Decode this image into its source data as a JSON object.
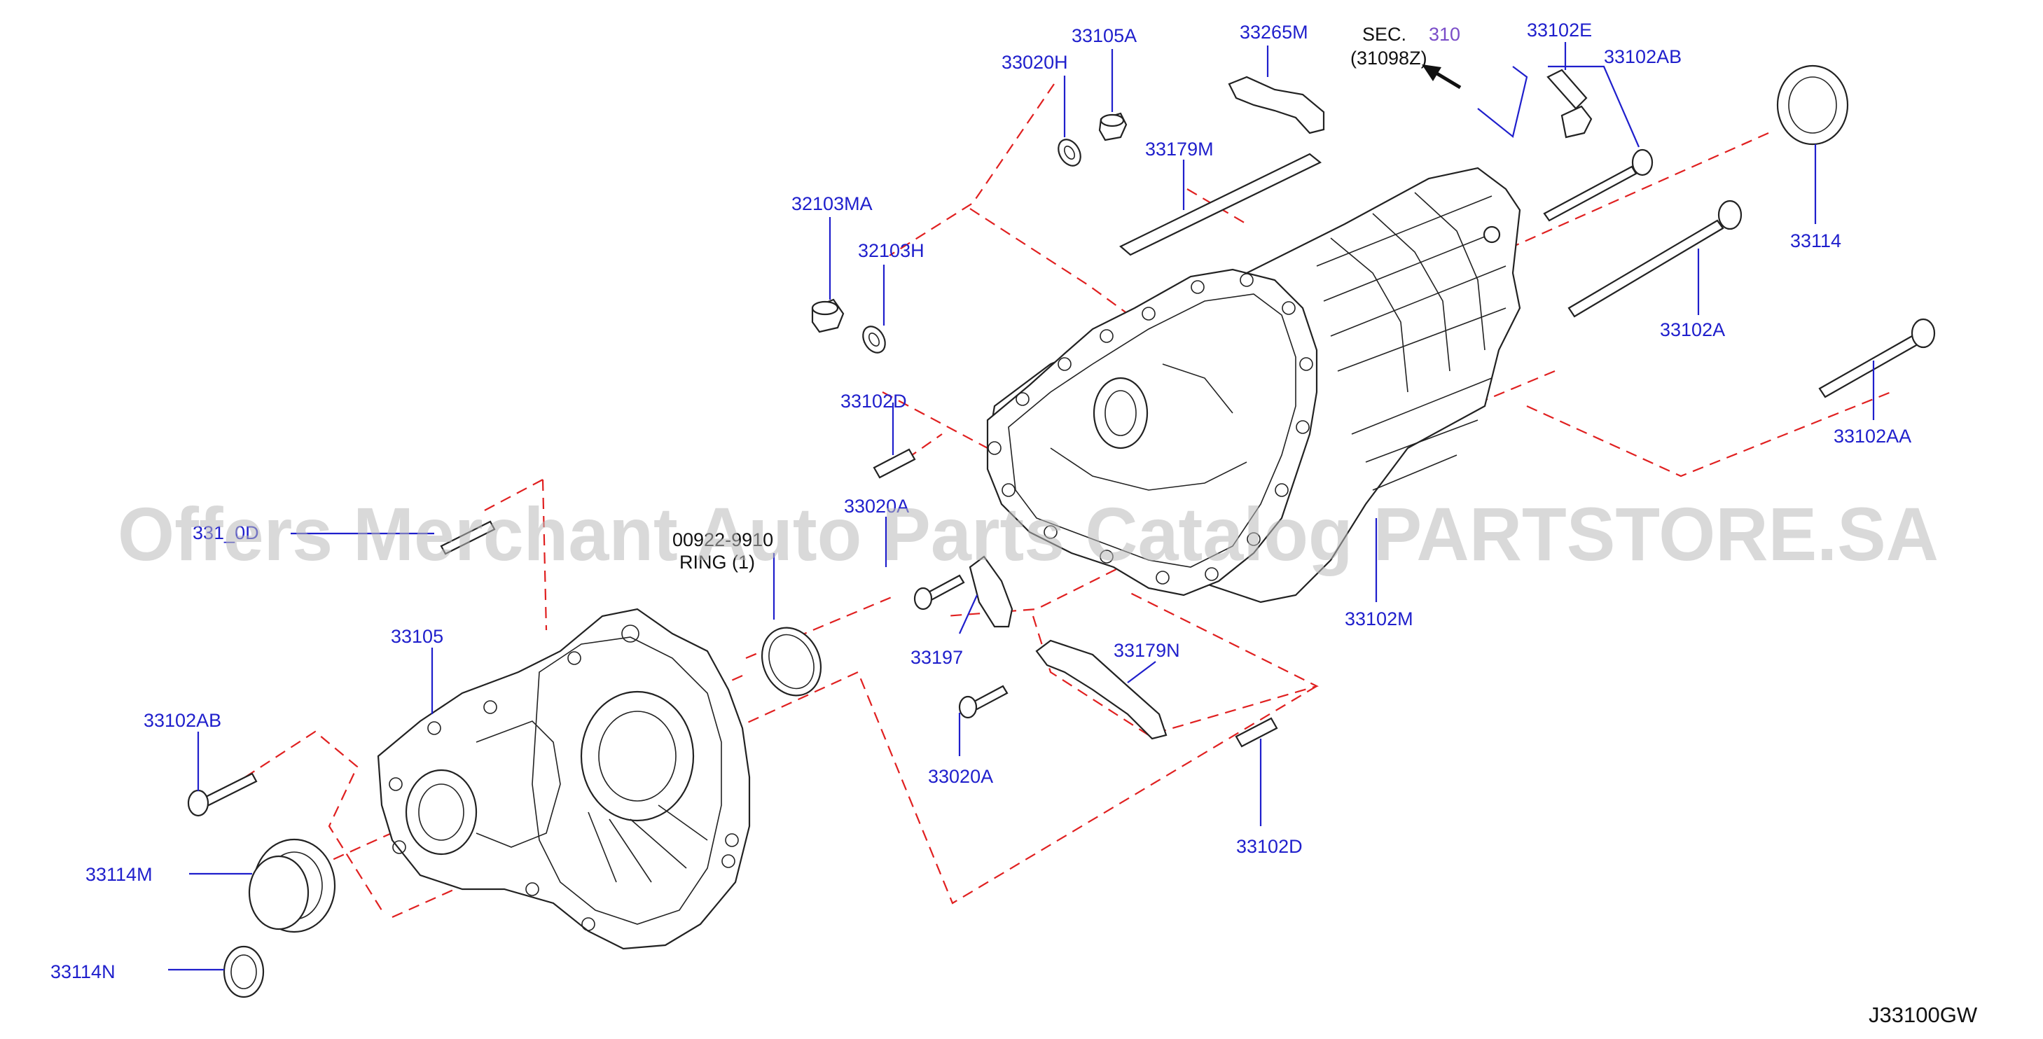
{
  "diagram_ref": "J33100GW",
  "watermark": "Offers Merchant Auto Parts Catalog PARTSTORE.SA",
  "section_ref": {
    "prefix": "SEC.",
    "number": "310",
    "code": "(31098Z)"
  },
  "labels": [
    {
      "id": "33105A",
      "text": "33105A"
    },
    {
      "id": "33020H",
      "text": "33020H"
    },
    {
      "id": "33265M",
      "text": "33265M"
    },
    {
      "id": "33102E",
      "text": "33102E"
    },
    {
      "id": "33102AB_top",
      "text": "33102AB"
    },
    {
      "id": "33179M",
      "text": "33179M"
    },
    {
      "id": "32103MA",
      "text": "32103MA"
    },
    {
      "id": "32103H",
      "text": "32103H"
    },
    {
      "id": "33114",
      "text": "33114"
    },
    {
      "id": "33102A",
      "text": "33102A"
    },
    {
      "id": "33102D_top",
      "text": "33102D"
    },
    {
      "id": "33102AA",
      "text": "33102AA"
    },
    {
      "id": "33020A_top",
      "text": "33020A"
    },
    {
      "id": "33102M",
      "text": "33102M"
    },
    {
      "id": "33197",
      "text": "33197"
    },
    {
      "id": "33179N",
      "text": "33179N"
    },
    {
      "id": "33020A_bot",
      "text": "33020A"
    },
    {
      "id": "33102D_bot",
      "text": "33102D"
    },
    {
      "id": "33105",
      "text": "33105"
    },
    {
      "id": "33102AB_left",
      "text": "33102AB"
    },
    {
      "id": "33114M",
      "text": "33114M"
    },
    {
      "id": "33114N",
      "text": "33114N"
    },
    {
      "id": "331xxD_partial",
      "text": "331_0D"
    }
  ],
  "oring_note": {
    "code": "00922-9910",
    "name": "RING (1)"
  },
  "colors": {
    "label": "#1f1fcc",
    "dashed_line": "#e02020",
    "outline": "#222222"
  }
}
